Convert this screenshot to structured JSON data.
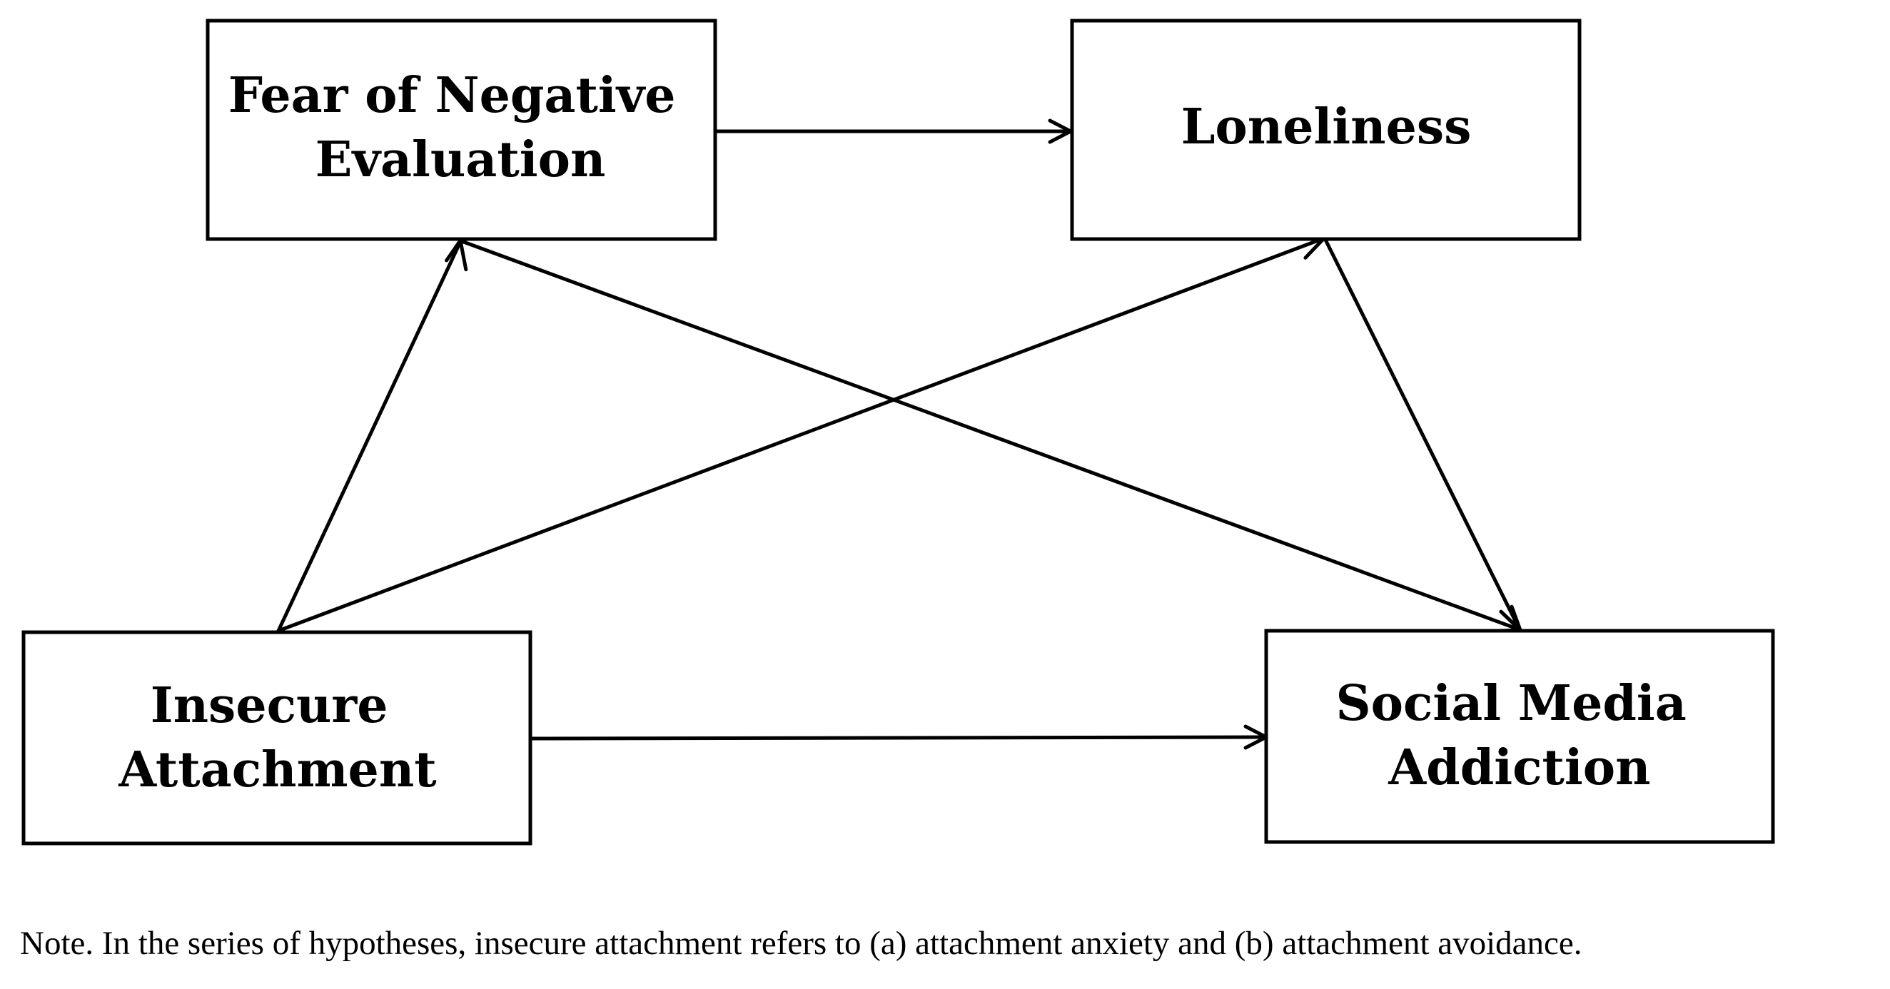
{
  "nodes": {
    "fne": {
      "lines": [
        "Fear of Negative",
        "Evaluation"
      ]
    },
    "loneliness": {
      "lines": [
        "Loneliness"
      ]
    },
    "insecure": {
      "lines": [
        "Insecure",
        "Attachment"
      ]
    },
    "sma": {
      "lines": [
        "Social Media",
        "Addiction"
      ]
    }
  },
  "edges": [
    {
      "from": "fne",
      "to": "loneliness"
    },
    {
      "from": "insecure",
      "to": "fne"
    },
    {
      "from": "insecure",
      "to": "loneliness"
    },
    {
      "from": "fne",
      "to": "sma"
    },
    {
      "from": "loneliness",
      "to": "sma"
    },
    {
      "from": "insecure",
      "to": "sma"
    }
  ],
  "note": "Note. In the series of hypotheses, insecure attachment refers to (a) attachment anxiety and (b) attachment avoidance.",
  "colors": {
    "stroke": "#000000",
    "background": "#ffffff"
  }
}
